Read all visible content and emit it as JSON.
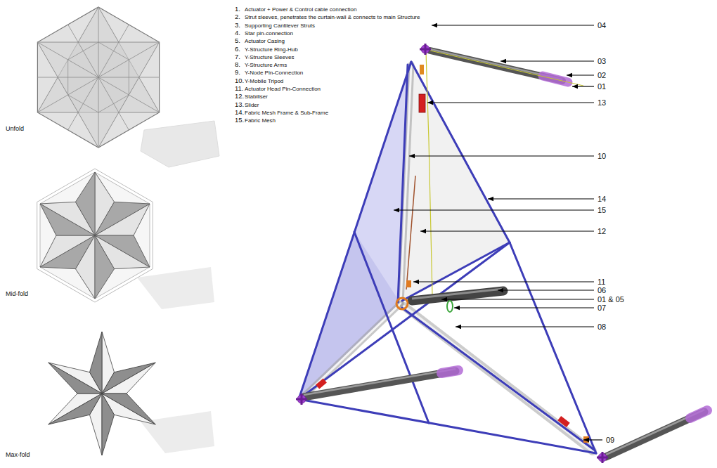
{
  "diagram": {
    "labels": [
      "Unfold",
      "Mid-fold",
      "Max-fold",
      "1.",
      "Actuator + Power & Control cable connection",
      "2.",
      "Strut sleeves, penetrates the curtain-wall & connects to main Structure",
      "3.",
      "Supporting Cantilever Struts",
      "4.",
      "Star pin-connection",
      "5.",
      "Actuator Casing",
      "6.",
      "Y-Structure Ring-Hub",
      "7.",
      "Y-Structure Sleeves",
      "8.",
      "Y-Structure Arms",
      "9.",
      "Y-Node Pin-Connection",
      "10.",
      "Y-Mobile Tripod",
      "11.",
      "Actuator Head Pin-Connection",
      "12.",
      "Stabiliser",
      "13.",
      "Slider",
      "14.",
      "Fabric Mesh Frame & Sub-Frame",
      "15.",
      "Fabric Mesh",
      "04",
      "03",
      "02",
      "01",
      "13",
      "10",
      "14",
      "15",
      "12",
      "11",
      "06",
      "01 & 05",
      "07",
      "08",
      "09"
    ]
  }
}
